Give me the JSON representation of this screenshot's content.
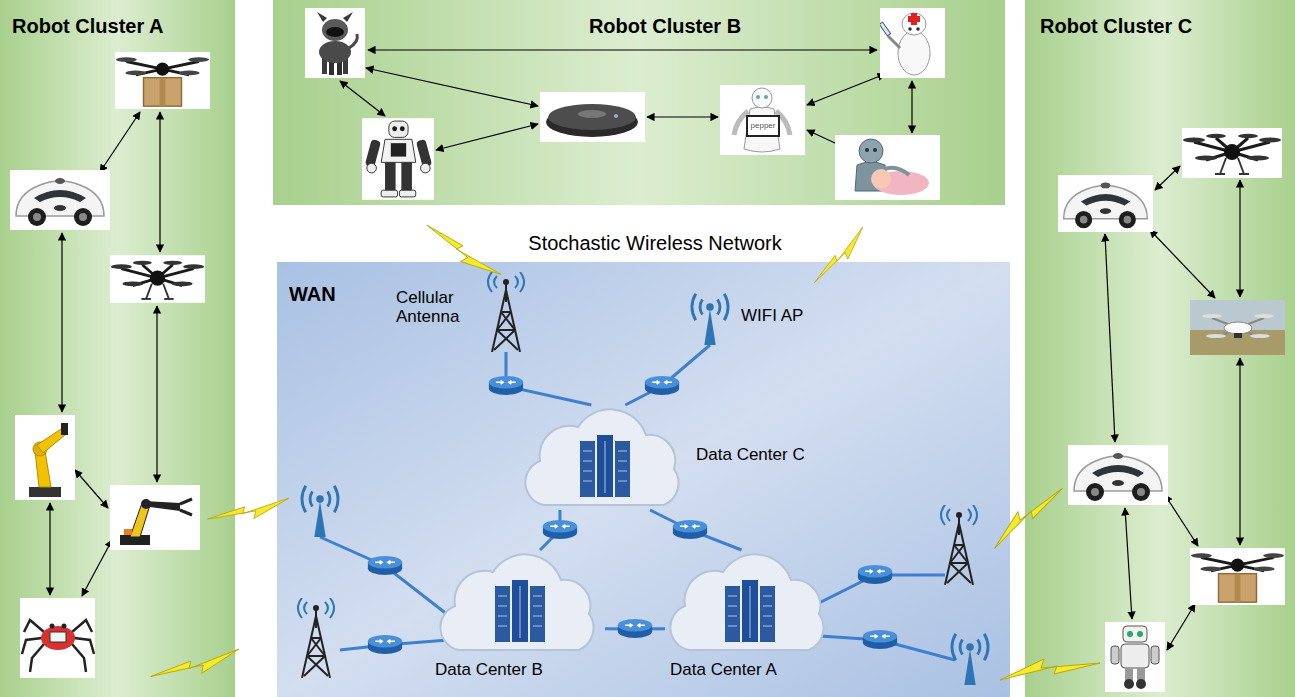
{
  "diagram": {
    "nodes": [
      {
        "text": [
          "Robot Cluster A"
        ]
      },
      {
        "text": [
          "Robot Cluster B"
        ]
      },
      {
        "text": [
          "Robot Cluster C"
        ]
      },
      {
        "text": [
          "WAN"
        ]
      },
      {
        "text": [
          "Cellular Antenna"
        ],
        "in": 3
      },
      {
        "text": [
          "WIFI AP"
        ],
        "in": 3
      },
      {
        "text": [
          "Data Center C"
        ],
        "in": 3
      },
      {
        "text": [
          "Data Center B"
        ],
        "in": 3
      },
      {
        "text": [
          "Data Center A"
        ],
        "in": 3
      }
    ],
    "edges": [
      {
        "from": 4,
        "to": 6,
        "arrow": "none"
      },
      {
        "from": 5,
        "to": 6,
        "arrow": "none"
      },
      {
        "from": 6,
        "to": 7,
        "arrow": "none"
      },
      {
        "from": 6,
        "to": 8,
        "arrow": "none"
      },
      {
        "from": 7,
        "to": 8,
        "arrow": "none"
      }
    ],
    "labels": [
      "Stochastic Wireless Network",
      "pepper"
    ]
  }
}
